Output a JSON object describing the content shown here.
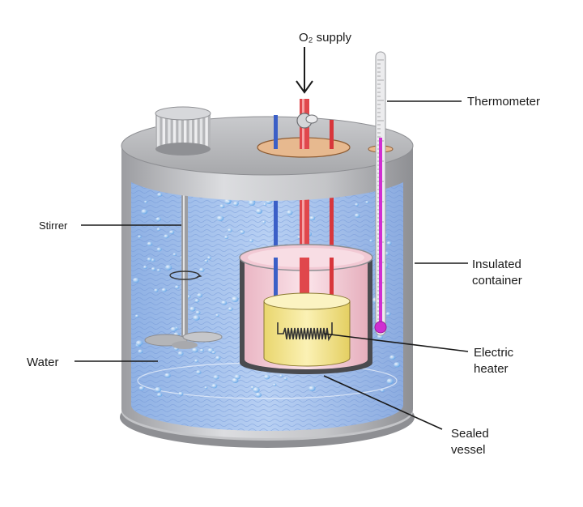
{
  "labels": {
    "o2_supply": "O₂ supply",
    "thermometer": "Thermometer",
    "stirrer": "Stirrer",
    "insulated_line1": "Insulated",
    "insulated_line2": "container",
    "water": "Water",
    "heater_line1": "Electric",
    "heater_line2": "heater",
    "vessel_line1": "Sealed",
    "vessel_line2": "vessel"
  },
  "colors": {
    "water": "#a9c6ee",
    "steel": "#b9babd",
    "lid_dark": "#8f9094",
    "tube_red": "#e0474c",
    "tube_blue": "#3b5fc7",
    "bulb_magenta": "#d02fd1",
    "inner_pink": "#f6d3dc",
    "sample_yellow": "#f4e58c",
    "ring_tan": "#e7b98f"
  }
}
